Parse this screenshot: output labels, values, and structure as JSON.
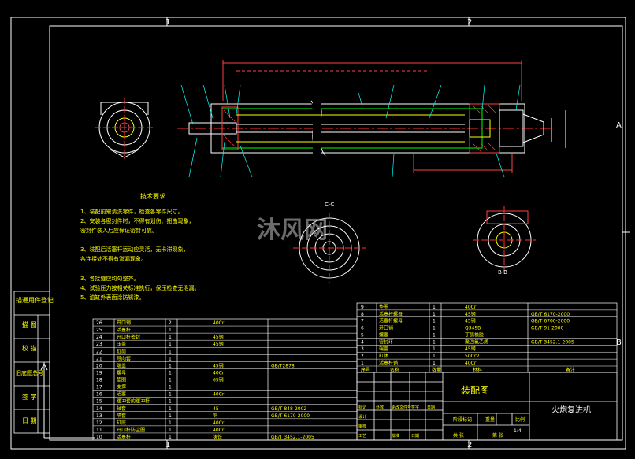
{
  "border": {
    "zone_numbers": [
      "1",
      "2"
    ],
    "zone_letters": [
      "A",
      "B"
    ]
  },
  "watermark": {
    "text": "沐风网"
  },
  "tech_requirements": {
    "title": "技术要求",
    "lines": [
      "1、装配前需清洗零件，检查各零件尺寸。",
      "2、安装各密封件时，不得有划伤、扭曲现象，",
      "   密封件装入后应保证密封可靠。",
      "3、装配后活塞杆运动应灵活，无卡滞现象，",
      "   各连接处不得有渗漏现象。",
      "3、各接缝应均匀整齐。",
      "4、试验压力按相关标准执行，保压检查无泄漏。",
      "5、油缸外表面涂防锈漆。"
    ]
  },
  "section_labels": {
    "c": "C-C",
    "b": "B-B"
  },
  "left_block": {
    "labels": [
      "描通用件登记",
      "描 图",
      "校 描",
      "旧底图总号",
      "签 字",
      "日 期"
    ]
  },
  "bom_left": {
    "rows": [
      {
        "no": "26",
        "name": "开口销",
        "qty": "2",
        "mat": "40Cr",
        "std": ""
      },
      {
        "no": "25",
        "name": "活塞杆",
        "qty": "1",
        "mat": "",
        "std": ""
      },
      {
        "no": "24",
        "name": "开口杆密封",
        "qty": "1",
        "mat": "45钢",
        "std": ""
      },
      {
        "no": "23",
        "name": "压盖",
        "qty": "1",
        "mat": "45钢",
        "std": ""
      },
      {
        "no": "22",
        "name": "缸筒",
        "qty": "1",
        "mat": "",
        "std": ""
      },
      {
        "no": "21",
        "name": "导向套",
        "qty": "1",
        "mat": "",
        "std": ""
      },
      {
        "no": "20",
        "name": "端盖",
        "qty": "1",
        "mat": "45钢",
        "std": "GB/T2878"
      },
      {
        "no": "19",
        "name": "螺母",
        "qty": "1",
        "mat": "40Cr",
        "std": ""
      },
      {
        "no": "18",
        "name": "垫圈",
        "qty": "1",
        "mat": "65钢",
        "std": ""
      },
      {
        "no": "17",
        "name": "支撑",
        "qty": "1",
        "mat": "",
        "std": ""
      },
      {
        "no": "16",
        "name": "活塞",
        "qty": "1",
        "mat": "40Cr",
        "std": ""
      },
      {
        "no": "15",
        "name": "缓冲套的缓冲杆",
        "qty": "1",
        "mat": "",
        "std": ""
      },
      {
        "no": "14",
        "name": "轴套",
        "qty": "1",
        "mat": "45",
        "std": "GB/T 848-2002"
      },
      {
        "no": "13",
        "name": "隔套",
        "qty": "1",
        "mat": "铜",
        "std": "GB/T 6170-2000"
      },
      {
        "no": "12",
        "name": "缸底",
        "qty": "1",
        "mat": "40Cr",
        "std": ""
      },
      {
        "no": "11",
        "name": "开口杆防尘圈",
        "qty": "1",
        "mat": "40Cr",
        "std": ""
      },
      {
        "no": "10",
        "name": "活塞杆",
        "qty": "1",
        "mat": "铸铁",
        "std": "GB/T 3452.1-2005"
      }
    ]
  },
  "bom_right": {
    "rows": [
      {
        "no": "9",
        "name": "垫圈",
        "qty": "1",
        "mat": "40Cr",
        "std": ""
      },
      {
        "no": "8",
        "name": "活塞杆螺母",
        "qty": "1",
        "mat": "45钢",
        "std": "GB/T 6170-2000"
      },
      {
        "no": "7",
        "name": "活塞杆螺母",
        "qty": "1",
        "mat": "45钢",
        "std": "GB/T 6700-2000"
      },
      {
        "no": "6",
        "name": "开口销",
        "qty": "1",
        "mat": "Q345B",
        "std": "GB/T 91-2000"
      },
      {
        "no": "5",
        "name": "螺塞",
        "qty": "1",
        "mat": "丁腈橡胶",
        "std": ""
      },
      {
        "no": "4",
        "name": "密封环",
        "qty": "1",
        "mat": "聚四氟乙烯",
        "std": "GB/T 3452.1-2005"
      },
      {
        "no": "3",
        "name": "端盖",
        "qty": "1",
        "mat": "45钢",
        "std": ""
      },
      {
        "no": "2",
        "name": "缸体",
        "qty": "1",
        "mat": "50CrV",
        "std": ""
      },
      {
        "no": "1",
        "name": "活塞杆销",
        "qty": "1",
        "mat": "40Cr",
        "std": ""
      }
    ],
    "header": {
      "no": "序号",
      "name": "名称",
      "qty": "数量",
      "mat": "材料",
      "std": "备注"
    }
  },
  "title_block": {
    "drawing_type": "装配图",
    "drawing_name": "火炮复进机",
    "stage_label": "阶段标记",
    "weight_label": "重量",
    "scale_label": "比例",
    "scale_value": "1:4",
    "sheets_label": "共 张",
    "sheet_label": "第 张",
    "rev_labels": [
      "标记",
      "处数",
      "更改文件号",
      "签字",
      "日期"
    ],
    "role_labels": [
      "设计",
      "审核",
      "工艺",
      "批准"
    ],
    "date_label": "日期"
  }
}
